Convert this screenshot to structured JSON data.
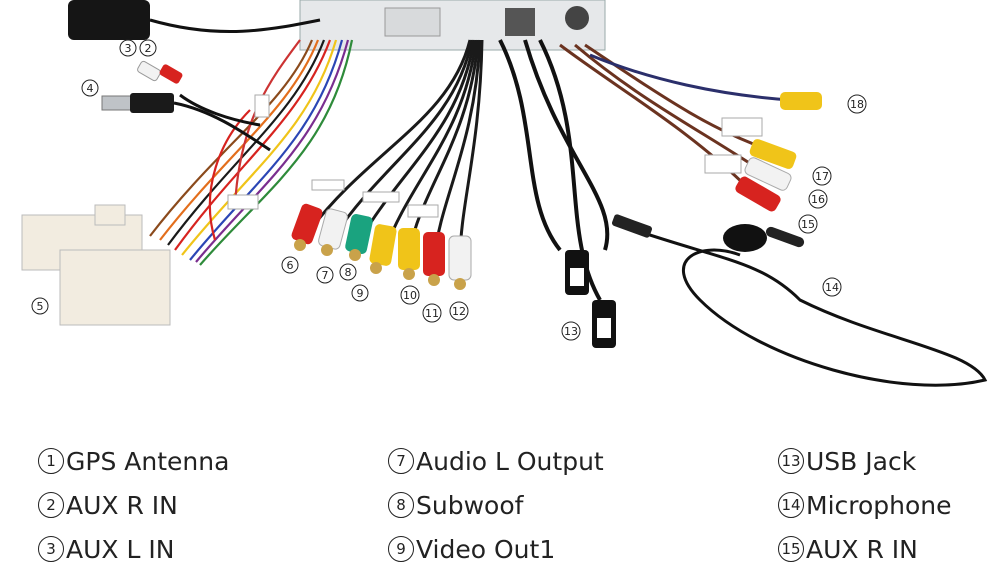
{
  "callouts": [
    "2",
    "3",
    "4",
    "5",
    "6",
    "7",
    "8",
    "9",
    "10",
    "11",
    "12",
    "13",
    "14",
    "15",
    "16",
    "17",
    "18"
  ],
  "legend": {
    "col1": [
      {
        "num": "1",
        "label": "GPS Antenna"
      },
      {
        "num": "2",
        "label": "AUX R IN"
      },
      {
        "num": "3",
        "label": "AUX L IN"
      }
    ],
    "col2": [
      {
        "num": "7",
        "label": "Audio L Output"
      },
      {
        "num": "8",
        "label": "Subwoof"
      },
      {
        "num": "9",
        "label": "Video Out1"
      }
    ],
    "col3": [
      {
        "num": "13",
        "label": "USB Jack"
      },
      {
        "num": "14",
        "label": "Microphone"
      },
      {
        "num": "15",
        "label": "AUX R IN"
      }
    ]
  },
  "colors": {
    "rca_red": "#d7231f",
    "rca_white": "#f2f2f2",
    "rca_yellow": "#f0c419",
    "rca_green": "#1aa37f",
    "connector": "#f2ece0",
    "cable_black": "#1a1a1a"
  }
}
